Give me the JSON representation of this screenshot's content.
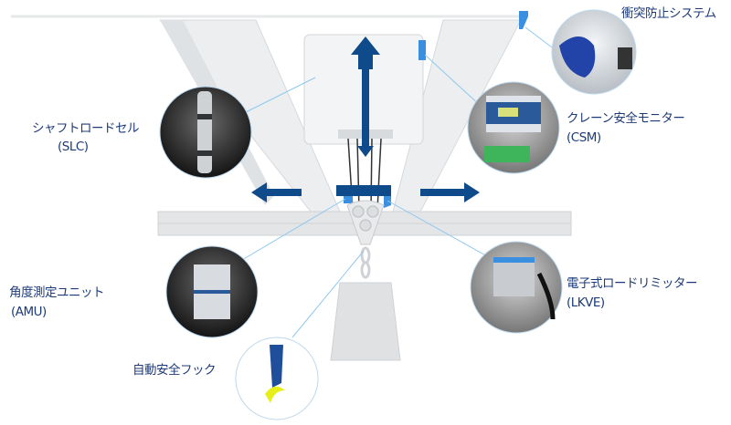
{
  "components": {
    "collision": {
      "name": "衝突防止システム"
    },
    "slc": {
      "name": "シャフトロードセル",
      "code": "(SLC)"
    },
    "csm": {
      "name": "クレーン安全モニター",
      "code": "(CSM)"
    },
    "amu": {
      "name": "角度測定ユニット",
      "code": "(AMU)"
    },
    "lkve": {
      "name": "電子式ロードリミッター",
      "code": "(LKVE)"
    },
    "hook": {
      "name": "自動安全フック"
    }
  },
  "colors": {
    "label": "#1d3b78",
    "arrow": "#0f4a8a",
    "sensor": "#3b8fe0",
    "leader": "#8fc8ee"
  }
}
